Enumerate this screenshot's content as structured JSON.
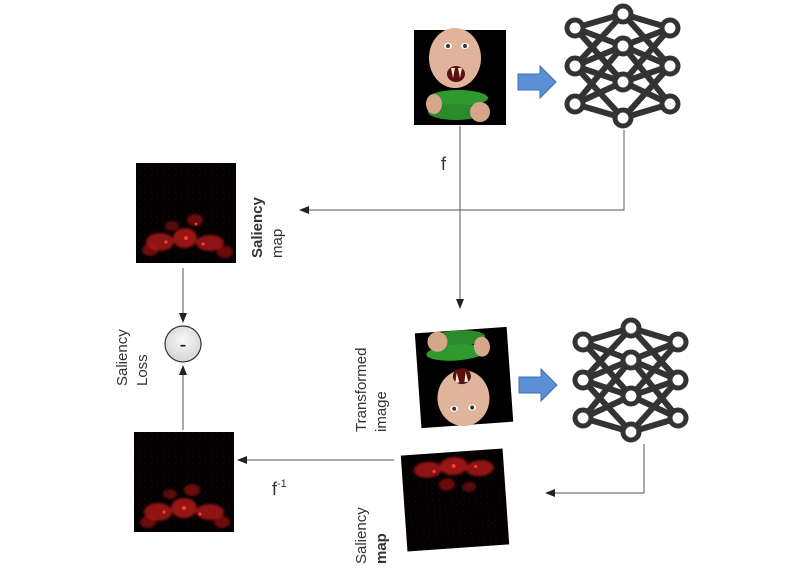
{
  "labels": {
    "f": "f",
    "f_inverse_base": "f",
    "f_inverse_exp": "-1",
    "saliency_map_top_line1": "Saliency",
    "saliency_map_top_line2": "map",
    "saliency_loss_line1": "Saliency",
    "saliency_loss_line2": "Loss",
    "minus": "-",
    "transformed_line1": "Transformed",
    "transformed_line2": "image",
    "saliency_map_bottom_line1": "Saliency",
    "saliency_map_bottom_line2": "map"
  },
  "icons": {
    "network_top": "neural-network-icon",
    "network_bottom": "neural-network-icon",
    "arrow_top": "blue-right-arrow-icon",
    "arrow_bottom": "blue-right-arrow-icon"
  },
  "colors": {
    "line": "#555555",
    "network": "#333333",
    "blue_arrow": "#5b8fd6",
    "saliency_bg": "#000000",
    "saliency_hot": "#c01818",
    "minus_node": "#e6e6e6"
  }
}
